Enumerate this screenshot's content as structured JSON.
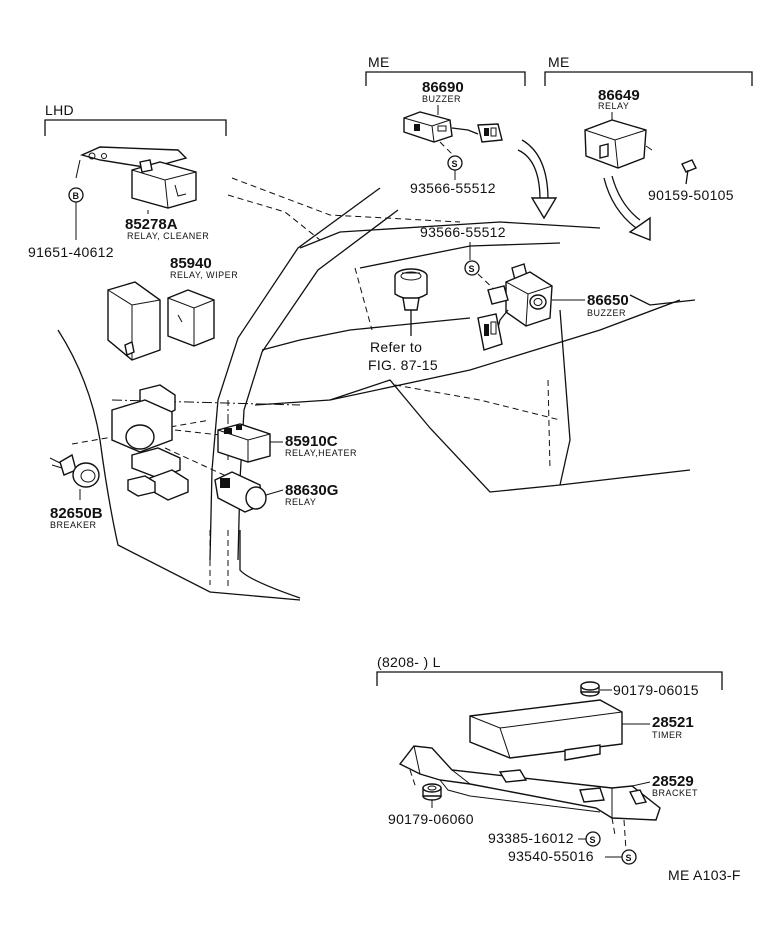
{
  "groups": {
    "lhd": "LHD",
    "me_left": "ME",
    "me_right": "ME",
    "date_range": "(8208-        ) L"
  },
  "parts": {
    "p86690": {
      "number": "86690",
      "name": "BUZZER"
    },
    "p86649": {
      "number": "86649",
      "name": "RELAY"
    },
    "p85278a": {
      "number": "85278A",
      "name": "RELAY, CLEANER"
    },
    "p85940": {
      "number": "85940",
      "name": "RELAY, WIPER"
    },
    "p86650": {
      "number": "86650",
      "name": "BUZZER"
    },
    "p85910c": {
      "number": "85910C",
      "name": "RELAY,HEATER"
    },
    "p88630g": {
      "number": "88630G",
      "name": "RELAY"
    },
    "p82650b": {
      "number": "82650B",
      "name": "BREAKER"
    },
    "p28521": {
      "number": "28521",
      "name": "TIMER"
    },
    "p28529": {
      "number": "28529",
      "name": "BRACKET"
    }
  },
  "fasteners": {
    "f93566_a": "93566-55512",
    "f93566_b": "93566-55512",
    "f90159": "90159-50105",
    "f91651": "91651-40612",
    "f90179_top": "90179-06015",
    "f90179_bot": "90179-06060",
    "f93385": "93385-16012",
    "f93540": "93540-55016"
  },
  "symbols": {
    "s_mark": "S",
    "b_mark": "B"
  },
  "reference": {
    "line1": "Refer to",
    "line2": "FIG. 87-15"
  },
  "footer_code": "ME A103-F"
}
